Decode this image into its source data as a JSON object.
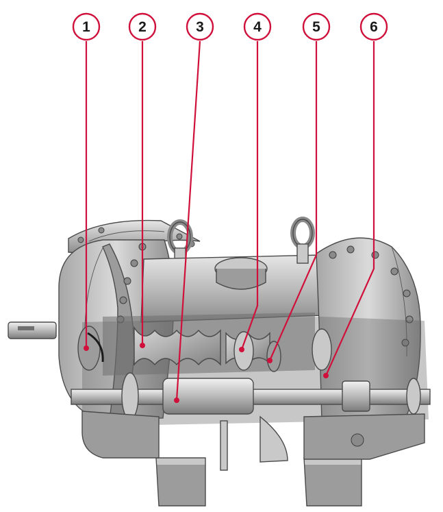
{
  "callouts": [
    {
      "number": "1"
    },
    {
      "number": "2"
    },
    {
      "number": "3"
    },
    {
      "number": "4"
    },
    {
      "number": "5"
    },
    {
      "number": "6"
    }
  ],
  "colors": {
    "callout_accent": "#d0103a",
    "callout_text": "#1a1a1a",
    "background": "#ffffff"
  }
}
